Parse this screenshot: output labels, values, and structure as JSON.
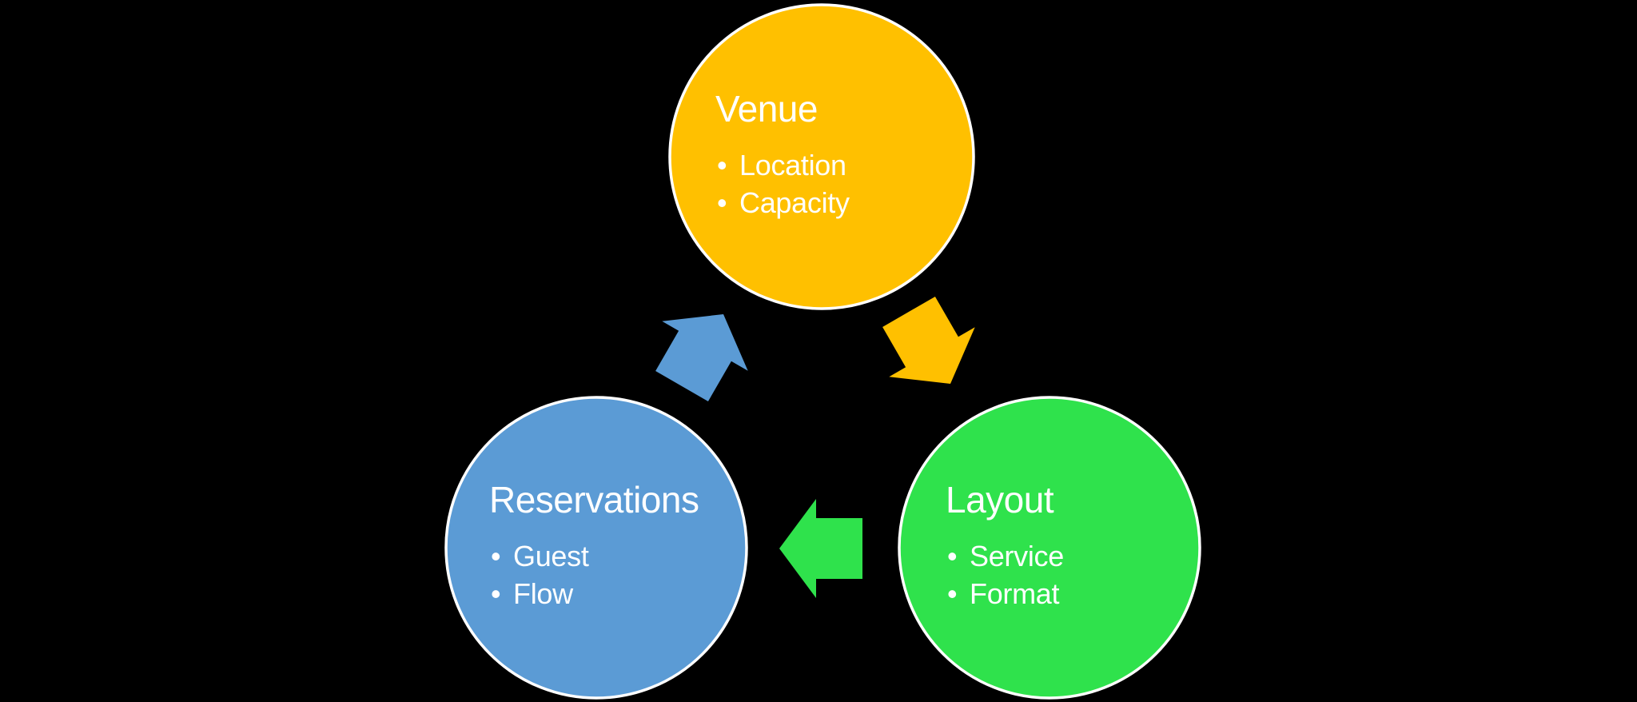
{
  "canvas": {
    "background_color": "#000000",
    "outline_color": "#FFFFFF",
    "text_color": "#FFFFFF"
  },
  "diagram": {
    "type": "cycle",
    "nodes": [
      {
        "id": "venue",
        "title": "Venue",
        "bullets": [
          "Location",
          "Capacity"
        ],
        "color": "#FFC000"
      },
      {
        "id": "layout",
        "title": "Layout",
        "bullets": [
          "Service",
          "Format"
        ],
        "color": "#2FE24C"
      },
      {
        "id": "reservations",
        "title": "Reservations",
        "bullets": [
          "Guest",
          "Flow"
        ],
        "color": "#5B9BD5"
      }
    ],
    "arrows": [
      {
        "id": "venue-to-layout",
        "from": "venue",
        "to": "layout",
        "color": "#FFC000"
      },
      {
        "id": "layout-to-reservations",
        "from": "layout",
        "to": "reservations",
        "color": "#2FE24C"
      },
      {
        "id": "reservations-to-venue",
        "from": "reservations",
        "to": "venue",
        "color": "#5B9BD5"
      }
    ]
  }
}
